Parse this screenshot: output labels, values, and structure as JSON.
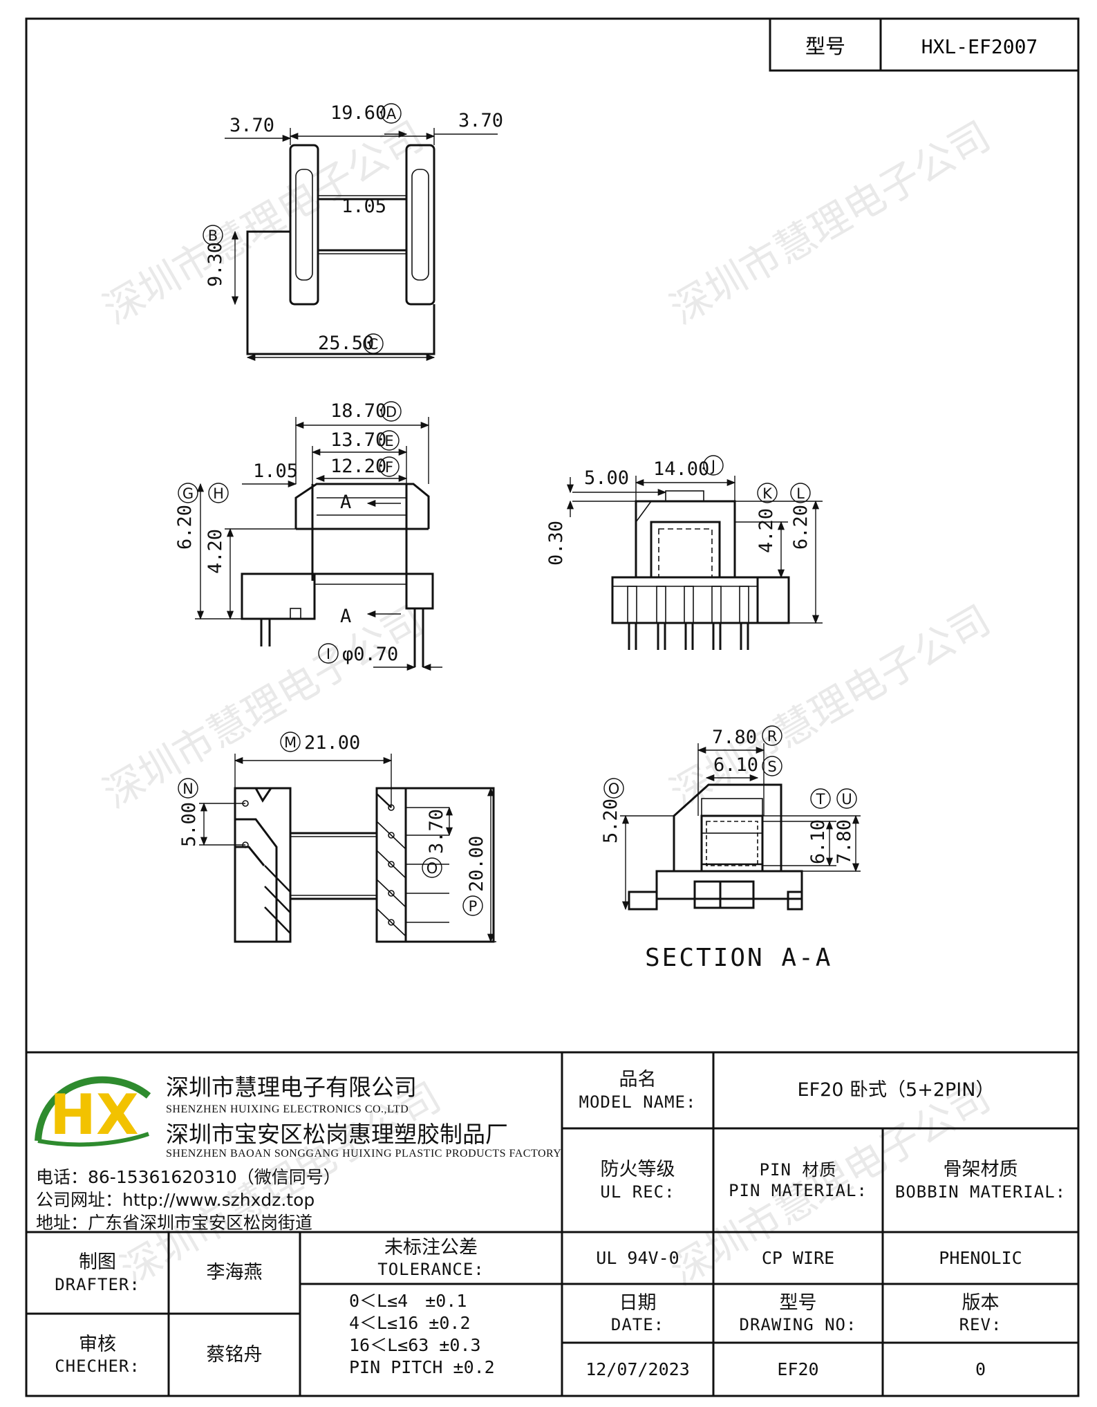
{
  "header": {
    "model_label": "型号",
    "model_value": "HXL-EF2007"
  },
  "watermark": "深圳市慧理电子公司",
  "logo": {
    "text": "HX",
    "colors": {
      "h": "#f2c200",
      "x": "#2e8b2e",
      "swoosh": "#2e8b2e"
    }
  },
  "company": {
    "name_cn": "深圳市慧理电子有限公司",
    "name_en": "SHENZHEN HUIXING ELECTRONICS CO.,LTD",
    "factory_cn": "深圳市宝安区松岗惠理塑胶制品厂",
    "factory_en": "SHENZHEN BAOAN SONGGANG HUIXING PLASTIC PRODUCTS FACTORY",
    "phone": "电话：86-15361620310（微信同号）",
    "website": "公司网址：http://www.szhxdz.top",
    "address": "地址：广东省深圳市宝安区松岗街道"
  },
  "title_block": {
    "product_label_cn": "品名",
    "product_label_en": "MODEL NAME:",
    "product_value": "EF20 卧式（5+2PIN）",
    "ul_label_cn": "防火等级",
    "ul_label_en": "UL REC:",
    "pin_label_cn": "PIN 材质",
    "pin_label_en": "PIN MATERIAL:",
    "bobbin_label_cn": "骨架材质",
    "bobbin_label_en": "BOBBIN MATERIAL:",
    "ul_value": "UL 94V-0",
    "pin_value": "CP WIRE",
    "bobbin_value": "PHENOLIC",
    "drafter_cn": "制图",
    "drafter_en": "DRAFTER:",
    "drafter_name": "李海燕",
    "checker_cn": "审核",
    "checker_en": "CHECHER:",
    "checker_name": "蔡铭舟",
    "tolerance_cn": "未标注公差",
    "tolerance_en": "TOLERANCE:",
    "tolerance_lines": [
      "0＜L≤4　±0.1",
      "4＜L≤16 ±0.2",
      "16＜L≤63 ±0.3",
      "PIN PITCH ±0.2"
    ],
    "date_cn": "日期",
    "date_en": "DATE:",
    "date_value": "12/07/2023",
    "drawing_cn": "型号",
    "drawing_en": "DRAWING NO:",
    "drawing_value": "EF20",
    "rev_cn": "版本",
    "rev_en": "REV:",
    "rev_value": "0"
  },
  "dimensions": {
    "A": "19.60",
    "A_tag": "A",
    "top_left_flange": "3.70",
    "top_right_flange": "3.70",
    "core_gap": "1.05",
    "B": "9.30",
    "B_tag": "B",
    "C": "25.50",
    "C_tag": "C",
    "D": "18.70",
    "D_tag": "D",
    "E": "13.70",
    "E_tag": "E",
    "F": "12.20",
    "F_tag": "F",
    "front_offset": "1.05",
    "G": "6.20",
    "G_tag": "G",
    "H": "4.20",
    "H_tag": "H",
    "I": "φ0.70",
    "I_tag": "I",
    "section_mark": "A",
    "J": "14.00",
    "J_tag": "J",
    "side_offset": "5.00",
    "side_small": "0.30",
    "K": "4.20",
    "K_tag": "K",
    "L": "6.20",
    "L_tag": "L",
    "M": "21.00",
    "M_tag": "M",
    "N": "5.00",
    "N_tag": "N",
    "O": "3.70",
    "O_tag": "O",
    "P": "20.00",
    "P_tag": "P",
    "R": "7.80",
    "R_tag": "R",
    "S": "6.10",
    "S_tag": "S",
    "Q": "5.20",
    "Q_tag": "O",
    "T": "6.10",
    "T_tag": "T",
    "U": "7.80",
    "U_tag": "U",
    "section_title": "SECTION A-A"
  }
}
